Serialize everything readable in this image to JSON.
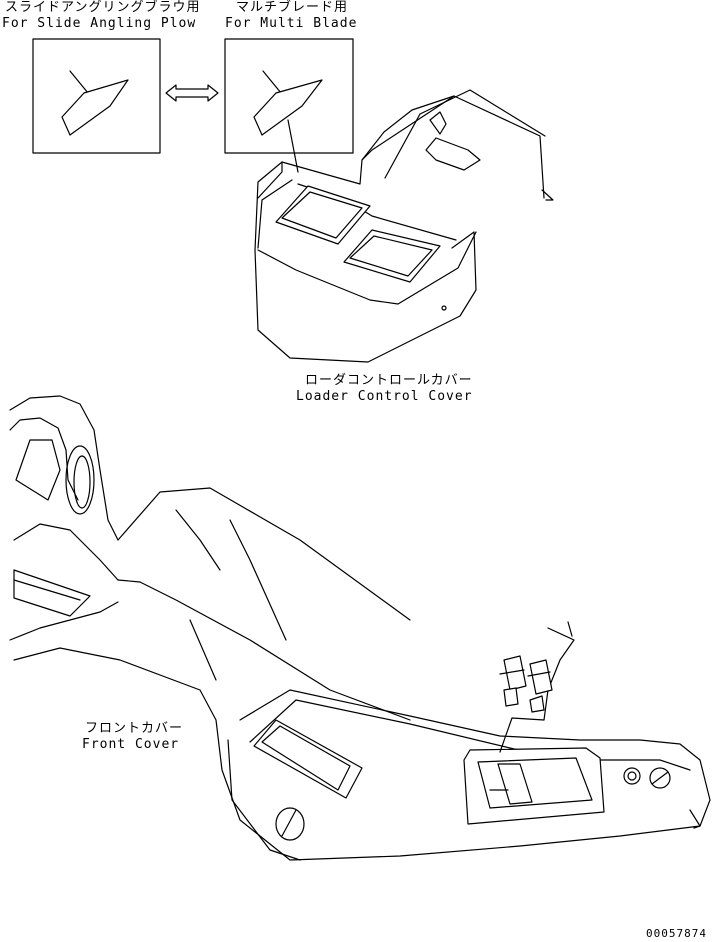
{
  "labels": {
    "slide_plow_jp": "スライドアングリングブラウ用",
    "slide_plow_en": "For Slide Angling Plow",
    "multi_blade_jp": "マルチブレード用",
    "multi_blade_en": "For Multi Blade",
    "loader_cover_jp": "ローダコントロールカバー",
    "loader_cover_en": "Loader Control Cover",
    "front_cover_jp": "フロントカバー",
    "front_cover_en": "Front Cover",
    "drawing_number": "00057874"
  }
}
